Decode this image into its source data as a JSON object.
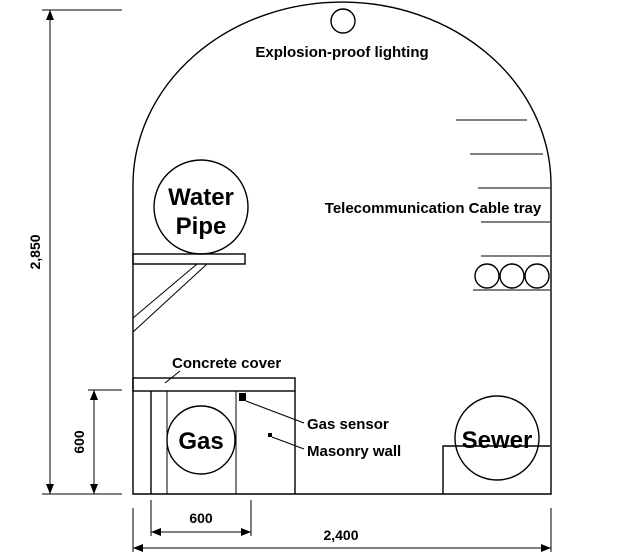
{
  "labels": {
    "lighting": "Explosion-proof lighting",
    "cable_tray": "Telecommunication Cable tray",
    "concrete_cover": "Concrete cover",
    "gas_sensor": "Gas sensor",
    "masonry_wall": "Masonry wall"
  },
  "pipes": {
    "water_line1": "Water",
    "water_line2": "Pipe",
    "gas": "Gas",
    "sewer": "Sewer"
  },
  "dimensions": {
    "height_total": "2,850",
    "height_gas_enclosure": "600",
    "width_gas_enclosure": "600",
    "width_total": "2,400"
  }
}
